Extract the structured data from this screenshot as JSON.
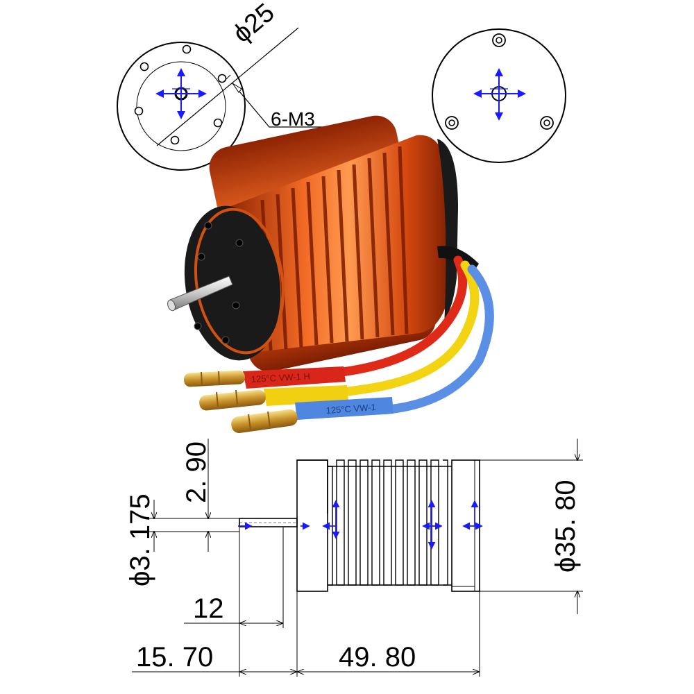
{
  "front_view": {
    "diameter_label": "ϕ25",
    "holes_label": "6-M3"
  },
  "motor": {
    "wire_print_red": "125°C VW-1 H",
    "wire_print_blue": "125°C VW-1"
  },
  "side_view": {
    "dim_shaft_offset": "2. 90",
    "dim_shaft_diameter": "ϕ3. 175",
    "dim_body_diameter": "ϕ35. 80",
    "dim_shaft_inner": "12",
    "dim_shaft_length": "15. 70",
    "dim_body_length": "49. 80"
  },
  "colors": {
    "motor_orange": "#e3561c",
    "motor_dark": "#9e2a06",
    "wire_red": "#e02a18",
    "wire_yellow": "#f2d412",
    "wire_blue": "#5b8fe6",
    "marker_blue": "#1a1aff",
    "gold": "#d9a935"
  }
}
